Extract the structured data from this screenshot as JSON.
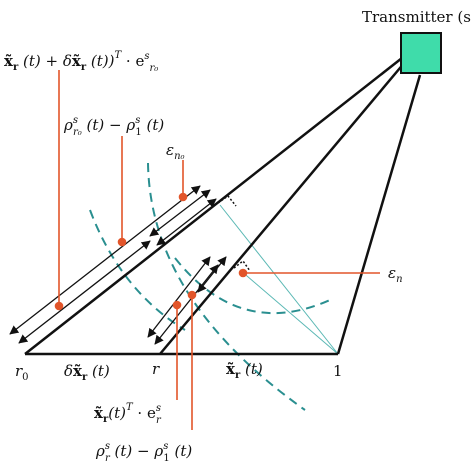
{
  "diagram": {
    "transmitter_label": "Transmitter (s",
    "colors": {
      "transmitter_fill": "#3fdcaa",
      "callout": "#e2552a",
      "wavefront": "#2a8f90",
      "thin_ray": "#5ab8b4",
      "line": "#111111"
    },
    "labels": {
      "range_total": {
        "a": "x̃",
        "b": "r",
        "c": " (t) + δ",
        "d": "x̃",
        "e": "r",
        "f": " (t))",
        "g": "T",
        "h": " · e",
        "i": "s",
        "j": "r₀",
        "lead": "("
      },
      "rho_r0": {
        "base": "ρ",
        "sup": "s",
        "sub": "r₀",
        "mid": " (t) − ρ",
        "sup2": "s",
        "sub2": "1",
        "end": " (t)"
      },
      "eps_n0": {
        "base": "ε",
        "sub": "n₀"
      },
      "eps_n": {
        "base": "ε",
        "sub": "n"
      },
      "r0": {
        "base": "r",
        "sub": "0"
      },
      "delta_x": {
        "a": "δ",
        "b": "x̃",
        "c": "r",
        "d": " (t)"
      },
      "r": "r",
      "x_r": {
        "a": "x̃",
        "b": "r",
        "c": " (t)"
      },
      "one": "1",
      "xr_T_er": {
        "a": "x̃",
        "b": "r",
        "c": "(t)",
        "d": "T",
        "e": " · e",
        "f": "s",
        "g": "r"
      },
      "rho_r": {
        "base": "ρ",
        "sup": "s",
        "sub": "r",
        "mid": " (t) − ρ",
        "sup2": "s",
        "sub2": "1",
        "end": " (t)"
      }
    }
  }
}
